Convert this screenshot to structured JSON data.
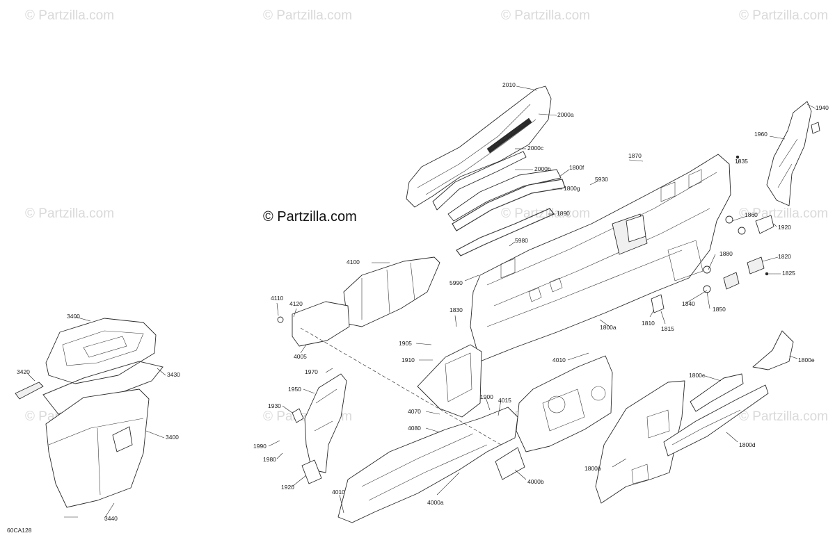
{
  "watermark": "© Partzilla.com",
  "copyright": "© Partzilla.com",
  "diagram_code": "60CA128",
  "labels": {
    "l2010": "2010",
    "l2000a": "2000a",
    "l2000c": "2000c",
    "l2000b": "2000b",
    "l1800f": "1800f",
    "l1800g": "1800g",
    "l5930": "5930",
    "l1890": "1890",
    "l5980": "5980",
    "l5990": "5990",
    "l1870": "1870",
    "l1835": "1835",
    "l1940": "1940",
    "l1960": "1960",
    "l1860": "1860",
    "l1920a": "1920",
    "l1880": "1880",
    "l1820": "1820",
    "l1825": "1825",
    "l1840": "1840",
    "l1850": "1850",
    "l1810": "1810",
    "l1815": "1815",
    "l1800a": "1800a",
    "l4100": "4100",
    "l4110": "4110",
    "l4120": "4120",
    "l4005": "4005",
    "l1830": "1830",
    "l1905": "1905",
    "l1910": "1910",
    "l1970": "1970",
    "l1950": "1950",
    "l1930": "1930",
    "l1990": "1990",
    "l1980": "1980",
    "l1920b": "1920",
    "l4010a": "4010",
    "l4010b": "4010",
    "l1900": "1900",
    "l4015": "4015",
    "l4070": "4070",
    "l4080": "4080",
    "l4000a": "4000a",
    "l4000b": "4000b",
    "l1800e": "1800e",
    "l1800c": "1800c",
    "l1800d": "1800d",
    "l1800b": "1800b",
    "l3400a": "3400",
    "l3420": "3420",
    "l3430": "3430",
    "l3400b": "3400",
    "l3440": "3440"
  }
}
